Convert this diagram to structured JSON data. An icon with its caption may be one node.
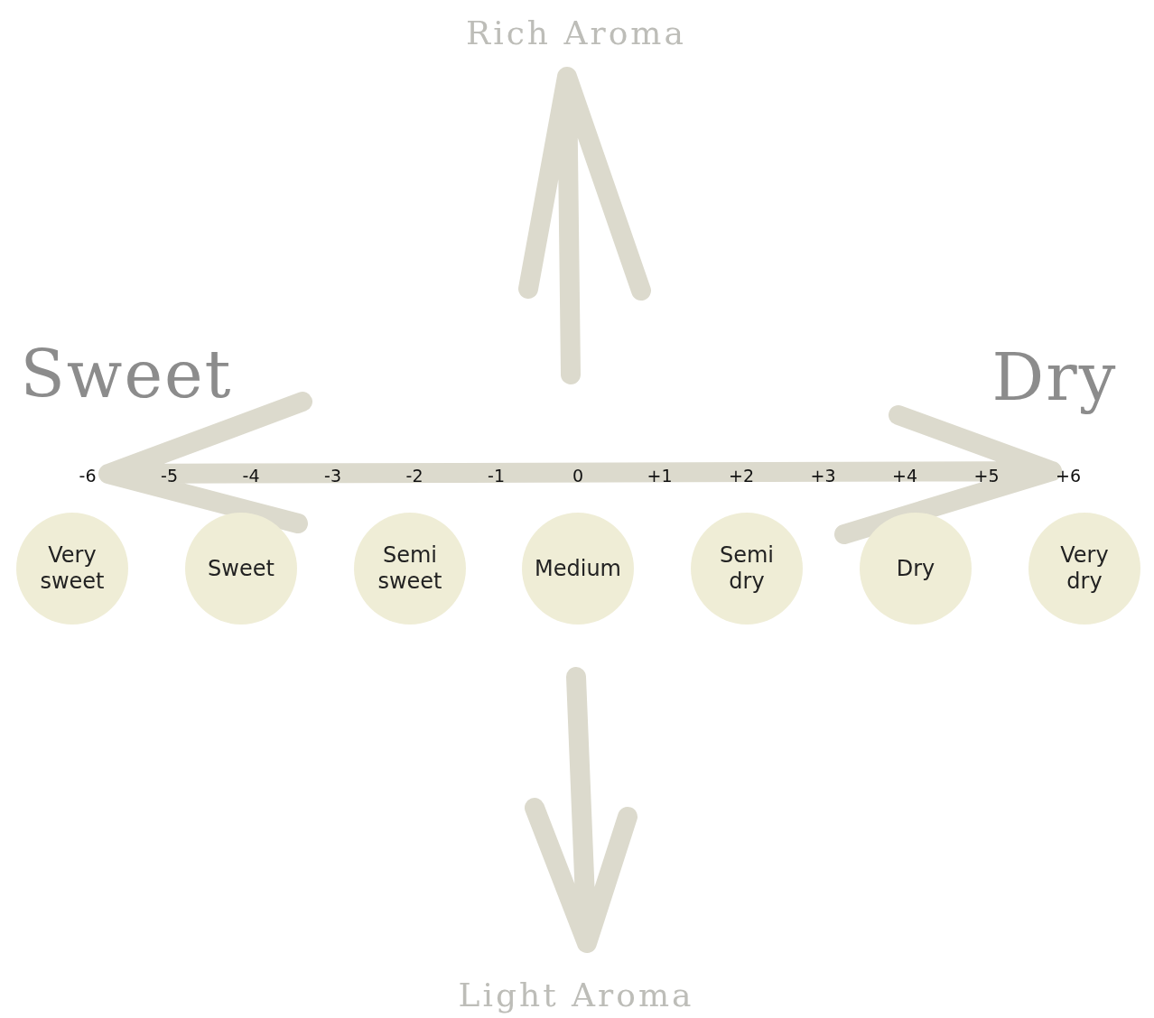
{
  "diagram": {
    "nodes": [
      {
        "text": [
          "Very sweet"
        ]
      },
      {
        "text": [
          "Sweet"
        ]
      },
      {
        "text": [
          "Semi sweet"
        ]
      },
      {
        "text": [
          "Medium"
        ]
      },
      {
        "text": [
          "Semi dry"
        ]
      },
      {
        "text": [
          "Dry"
        ]
      },
      {
        "text": [
          "Very dry"
        ]
      }
    ],
    "edges": [],
    "labels": [
      "Rich Aroma",
      "Sweet",
      "Dry",
      "-6",
      "-5",
      "-4",
      "-3",
      "-2",
      "-1",
      "0",
      "+1",
      "+2",
      "+3",
      "+4",
      "+5",
      "+6",
      "Light Aroma"
    ]
  }
}
